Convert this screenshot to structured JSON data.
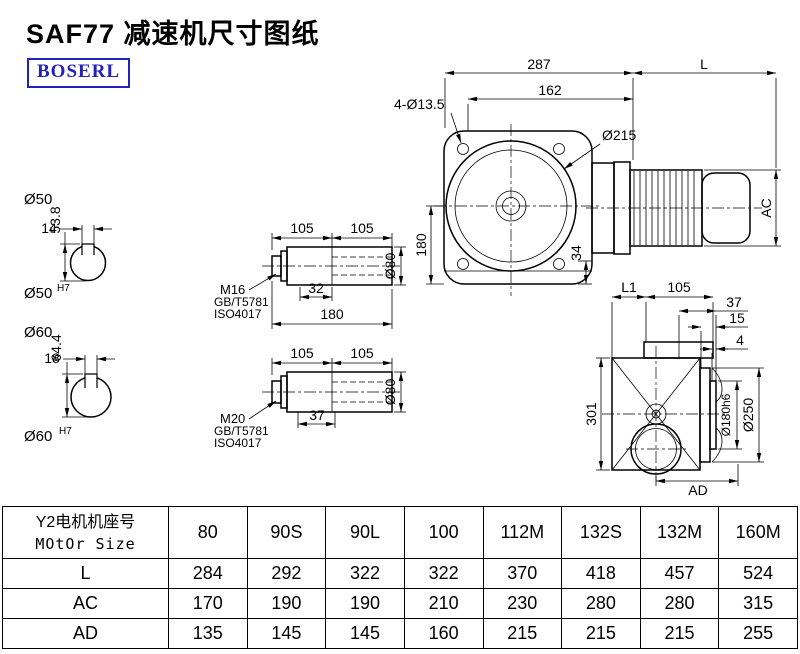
{
  "page": {
    "title": "SAF77 减速机尺寸图纸",
    "logo_text": "BOSERL"
  },
  "colors": {
    "logo_blue": "#2222bb",
    "line": "#000000",
    "paper": "#ffffff"
  },
  "front_view": {
    "dim_width": "287",
    "dim_motor_length": "L",
    "dim_162": "162",
    "holes_label": "4-Ø13.5",
    "flange_dia": "Ø215",
    "dim_height": "180",
    "dim_34": "34",
    "dim_ac": "AC"
  },
  "side_view": {
    "dim_l1": "L1",
    "dim_105": "105",
    "dim_37": "37",
    "dim_15": "15",
    "dim_4": "4",
    "dim_301": "301",
    "spigot_dia": "Ø180h6",
    "flange_dia": "Ø250",
    "dim_ad": "AD"
  },
  "shaft_section_1": {
    "dia_label": "Ø50",
    "key_width": "14",
    "key_height": "53.8",
    "bore_label": "Ø50",
    "bore_tolerance": "H7"
  },
  "shaft_section_2": {
    "dia_label": "Ø60",
    "key_width": "18",
    "key_height": "64.4",
    "bore_label": "Ø60",
    "bore_tolerance": "H7"
  },
  "hollow_shaft_1": {
    "dim_105_left": "105",
    "dim_105_right": "105",
    "thread_label": "M16",
    "standard_1": "GB/T5781",
    "standard_2": "ISO4017",
    "dim_32": "32",
    "dim_length": "180",
    "dia_label": "Ø80"
  },
  "hollow_shaft_2": {
    "dim_105_left": "105",
    "dim_105_right": "105",
    "thread_label": "M20",
    "standard_1": "GB/T5781",
    "standard_2": "ISO4017",
    "dim_37": "37",
    "dia_label": "Ø80"
  },
  "table": {
    "header_cn": "Y2电机机座号",
    "header_en": "MOtOr Size",
    "sizes": [
      "80",
      "90S",
      "90L",
      "100",
      "112M",
      "132S",
      "132M",
      "160M"
    ],
    "rows": [
      {
        "label": "L",
        "values": [
          "284",
          "292",
          "322",
          "322",
          "370",
          "418",
          "457",
          "524"
        ]
      },
      {
        "label": "AC",
        "values": [
          "170",
          "190",
          "190",
          "210",
          "230",
          "280",
          "280",
          "315"
        ]
      },
      {
        "label": "AD",
        "values": [
          "135",
          "145",
          "145",
          "160",
          "215",
          "215",
          "215",
          "255"
        ]
      }
    ]
  }
}
